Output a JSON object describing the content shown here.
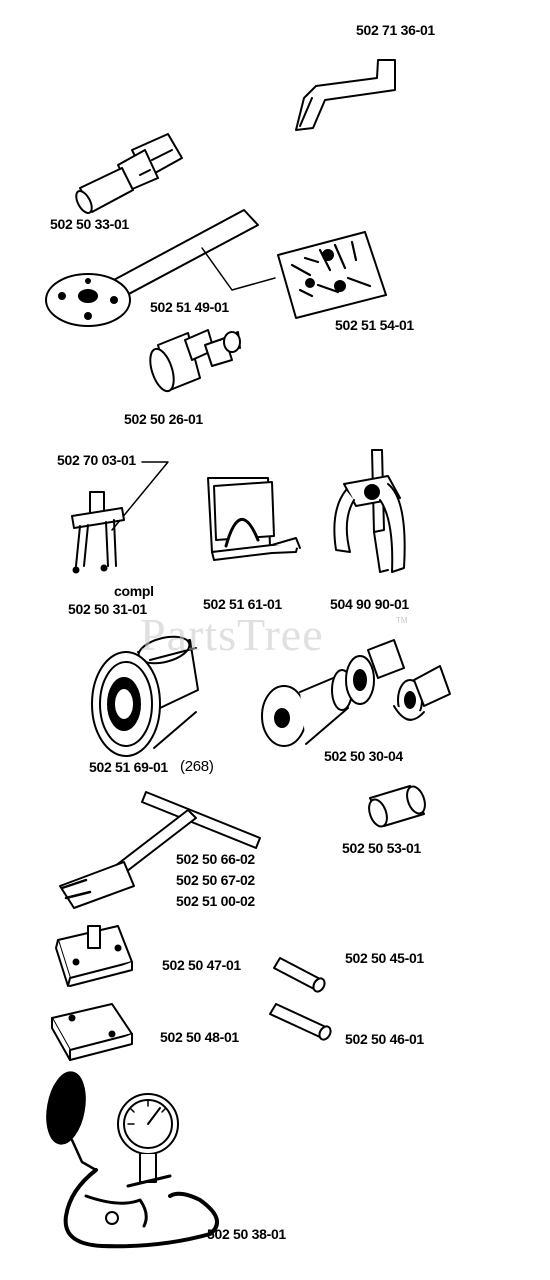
{
  "watermark": {
    "text": "PartsTree",
    "tm": "TM"
  },
  "parts": {
    "p1": "502 71 36-01",
    "p2": "502 50 33-01",
    "p3": "502 51 49-01",
    "p4": "502 51 54-01",
    "p5": "502 50 26-01",
    "p6": "502 70 03-01",
    "p7_compl": "compl",
    "p7": "502 50 31-01",
    "p8": "502 51 61-01",
    "p9": "504 90 90-01",
    "p10": "502 51 69-01",
    "p10_note": "(268)",
    "p11": "502 50 30-04",
    "p12": "502 50 53-01",
    "p13a": "502 50 66-02",
    "p13b": "502 50 67-02",
    "p13c": "502 51 00-02",
    "p14": "502 50 47-01",
    "p15": "502 50 45-01",
    "p16": "502 50 48-01",
    "p17": "502 50 46-01",
    "p18": "502 50 38-01"
  }
}
